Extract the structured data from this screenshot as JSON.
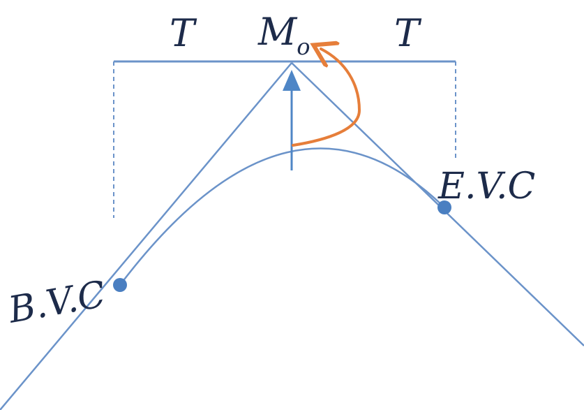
{
  "labels": {
    "tangent_left": "T",
    "tangent_right": "T",
    "vertex_main": "M",
    "vertex_sub": "o",
    "start_point": "B.V.C",
    "end_point": "E.V.C"
  },
  "colors": {
    "line": "#6b93c9",
    "point": "#4a7fc1",
    "arrow": "#4f86c6",
    "rotation_arrow": "#e67e3a",
    "text": "#1d2b4a"
  }
}
